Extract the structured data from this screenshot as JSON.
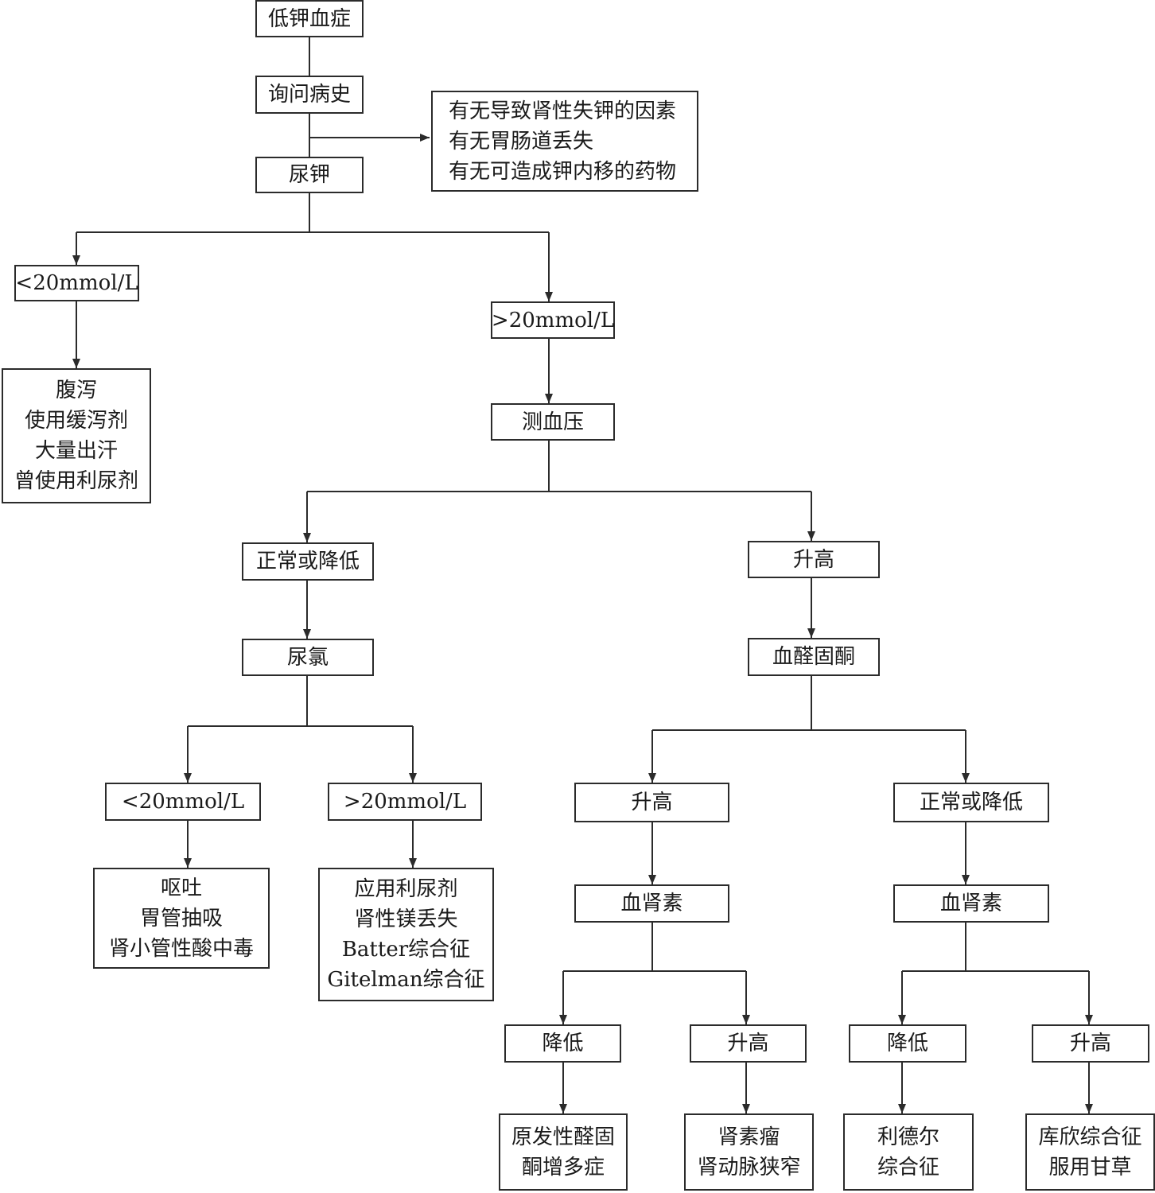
{
  "nodes": {
    "hypokalemia": [
      "低钾血症"
    ],
    "history": [
      "询问病史"
    ],
    "history_note": [
      "有无导致肾性失钾的因素",
      "有无胃肠道丢失",
      "有无可造成钾内移的药物"
    ],
    "urine_k": [
      "尿钾"
    ],
    "uk_low": [
      "<20mmol/L"
    ],
    "uk_low_causes": [
      "腹泻",
      "使用缓泻剂",
      "大量出汗",
      "曾使用利尿剂"
    ],
    "uk_high": [
      ">20mmol/L"
    ],
    "bp": [
      "测血压"
    ],
    "bp_normal": [
      "正常或降低"
    ],
    "bp_high": [
      "升高"
    ],
    "urine_cl": [
      "尿氯"
    ],
    "ald": [
      "血醛固酮"
    ],
    "ucl_low": [
      "<20mmol/L"
    ],
    "ucl_high": [
      ">20mmol/L"
    ],
    "ucl_low_causes": [
      "呕吐",
      "胃管抽吸",
      "肾小管性酸中毒"
    ],
    "ucl_high_causes": [
      "应用利尿剂",
      "肾性镁丢失",
      "Batter综合征",
      "Gitelman综合征"
    ],
    "ald_high": [
      "升高"
    ],
    "ald_normal": [
      "正常或降低"
    ],
    "renin_a": [
      "血肾素"
    ],
    "renin_b": [
      "血肾素"
    ],
    "ra_low": [
      "降低"
    ],
    "ra_high": [
      "升高"
    ],
    "rb_low": [
      "降低"
    ],
    "rb_high": [
      "升高"
    ],
    "primary_aldo": [
      "原发性醛固",
      "酮增多症"
    ],
    "reninoma": [
      "肾素瘤",
      "肾动脉狭窄"
    ],
    "liddle": [
      "利德尔",
      "综合征"
    ],
    "cushing": [
      "库欣综合征",
      "服用甘草"
    ]
  }
}
